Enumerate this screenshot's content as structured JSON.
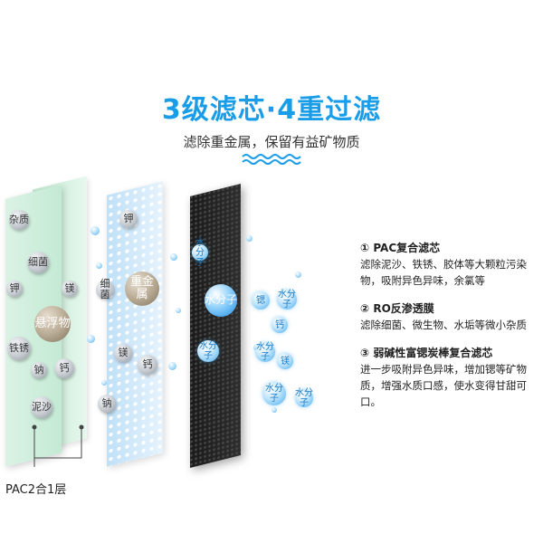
{
  "header": {
    "title": "3级滤芯·4重过滤",
    "subtitle": "滤除重金属，保留有益矿物质"
  },
  "diagram": {
    "pac_label": "PAC2合1层",
    "particles": {
      "impurity": "杂质",
      "bacteria": "细菌",
      "potassium": "钾",
      "magnesium": "镁",
      "suspended": "悬浮物",
      "rust": "铁锈",
      "sodium": "钠",
      "calcium": "钙",
      "silt": "泥沙",
      "heavy_metal": "重金属",
      "water_molecule": "水分子",
      "strontium": "锶"
    }
  },
  "stages": [
    {
      "title": "① PAC复合滤芯",
      "desc": "滤除泥沙、铁锈、胶体等大颗粒污染物，吸附异色异味，余氯等"
    },
    {
      "title": "② RO反渗透膜",
      "desc": "滤除细菌、微生物、水垢等微小杂质"
    },
    {
      "title": "③ 弱碱性富锶炭棒复合滤芯",
      "desc": "进一步吸附异色异味，增加锶等矿物质，增强水质口感，使水变得甘甜可口。"
    }
  ],
  "colors": {
    "accent": "#1a9de8",
    "pac_layer": "#c3ead4",
    "ro_layer": "#bfe0f7",
    "carbon_layer": "#1f1f1f"
  }
}
